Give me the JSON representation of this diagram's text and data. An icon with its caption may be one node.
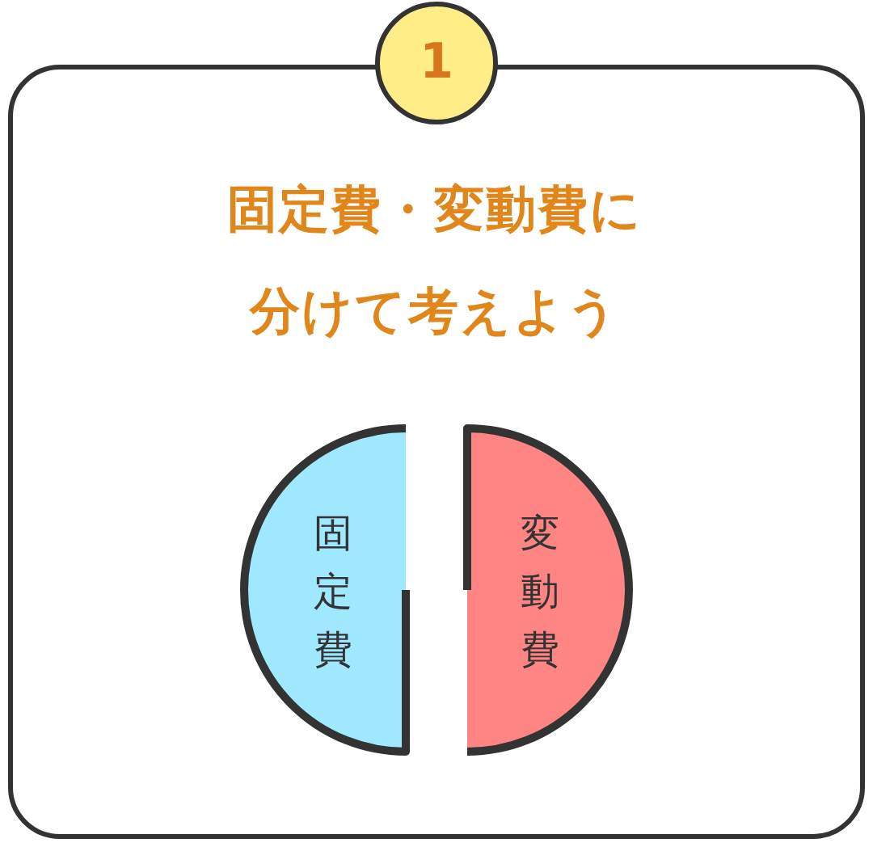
{
  "diagram": {
    "title": "固定費・変動費に分けて考えよう",
    "nodes": [
      {
        "text": [
          "1"
        ]
      },
      {
        "text": [],
        "shape": "box"
      },
      {
        "text": [
          "固定費"
        ],
        "in": 1
      },
      {
        "text": [
          "変動費"
        ],
        "in": 1
      }
    ]
  }
}
